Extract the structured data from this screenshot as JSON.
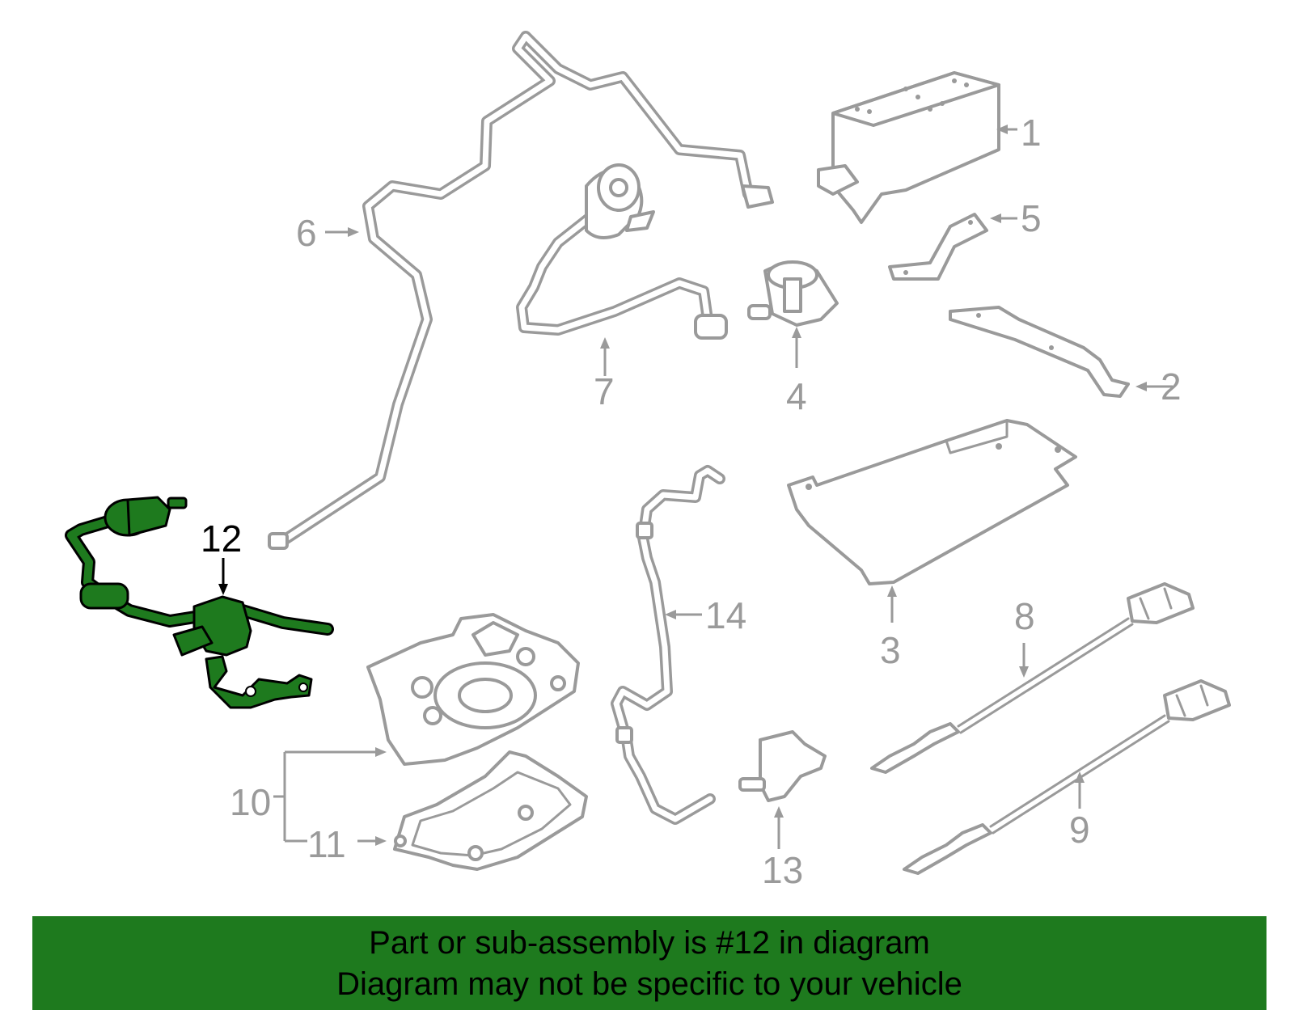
{
  "diagram": {
    "highlight_color": "#1e7a1e",
    "line_color": "#9a9a9a",
    "highlighted_callout": "12",
    "callouts": {
      "c1": "1",
      "c2": "2",
      "c3": "3",
      "c4": "4",
      "c5": "5",
      "c6": "6",
      "c7": "7",
      "c8": "8",
      "c9": "9",
      "c10": "10",
      "c11": "11",
      "c12": "12",
      "c13": "13",
      "c14": "14"
    }
  },
  "banner": {
    "background": "#1e7a1e",
    "line1": "Part or sub-assembly is #12 in diagram",
    "line2": "Diagram may not be specific to your vehicle"
  }
}
